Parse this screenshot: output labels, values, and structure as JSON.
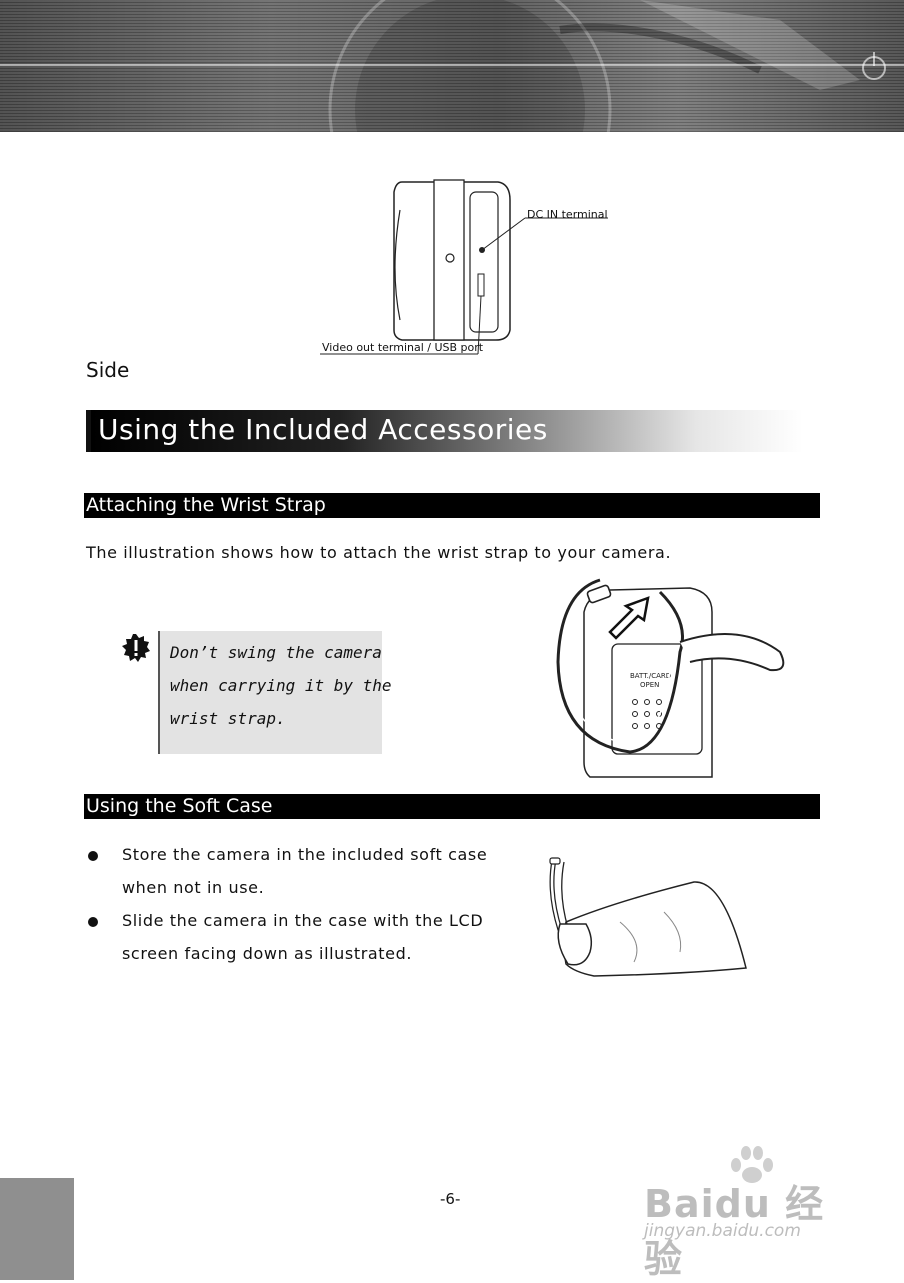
{
  "figure_side": {
    "label_dc_in": "DC IN terminal",
    "label_video_usb": "Video out terminal / USB port",
    "caption": "Side"
  },
  "section_title": "Using the Included Accessories",
  "wrist_strap": {
    "heading": "Attaching the Wrist Strap",
    "intro": "The illustration shows how to attach the wrist strap to your camera.",
    "note_lines": [
      "Don’t swing the camera",
      "when carrying it by the",
      "wrist strap."
    ],
    "fig_text_line1": "BATT./CARD",
    "fig_text_line2": "OPEN"
  },
  "soft_case": {
    "heading": "Using the Soft Case",
    "bullets": [
      {
        "line1": "Store the camera in the included soft case",
        "line2": "when not in use."
      },
      {
        "line1": "Slide the camera in the case with the LCD",
        "line2": "screen facing down as illustrated."
      }
    ]
  },
  "page_number": "-6-",
  "watermark": {
    "logo": "Baidu 经验",
    "url": "jingyan.baidu.com"
  },
  "colors": {
    "heading_bg": "#000000",
    "note_bg": "#e3e3e3",
    "corner_tab": "#8f8f8f"
  }
}
